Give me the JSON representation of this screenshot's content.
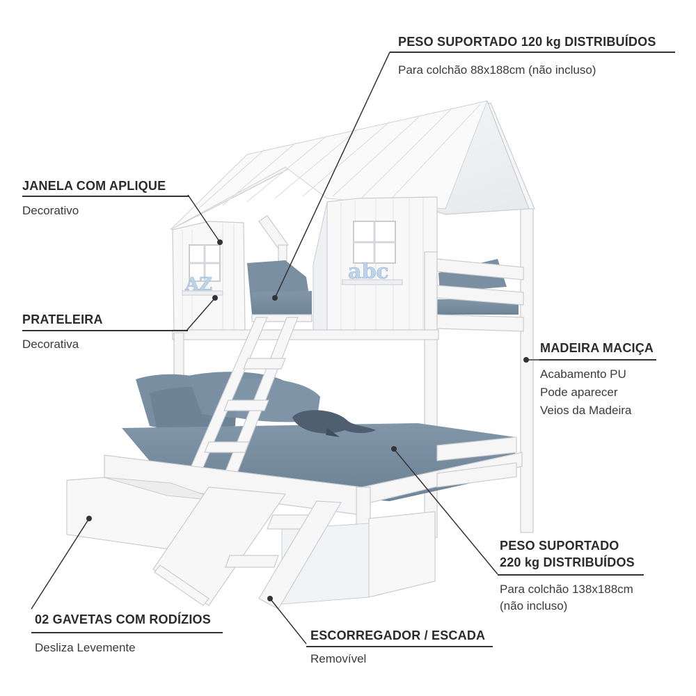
{
  "annotations": {
    "top_bunk": {
      "title": "PESO SUPORTADO 120 kg DISTRIBUÍDOS",
      "lines": [
        "Para colchão 88x188cm (não incluso)"
      ]
    },
    "window": {
      "title": "JANELA COM APLIQUE",
      "lines": [
        "Decorativo"
      ]
    },
    "shelf": {
      "title": "PRATELEIRA",
      "lines": [
        "Decorativa"
      ]
    },
    "wood": {
      "title": "MADEIRA MACIÇA",
      "lines": [
        "Acabamento PU",
        "Pode aparecer",
        "Veios da Madeira"
      ]
    },
    "bottom_bunk": {
      "title_lines": [
        "PESO SUPORTADO",
        "220 kg DISTRIBUÍDOS"
      ],
      "lines": [
        "Para colchão 138x188cm",
        "(não incluso)"
      ]
    },
    "drawers": {
      "title": "02 GAVETAS COM RODÍZIOS",
      "lines": [
        "Desliza Levemente"
      ]
    },
    "slide": {
      "title": "ESCORREGADOR / ESCADA",
      "lines": [
        "Removível"
      ]
    }
  },
  "decor": {
    "shelf_letters_left": "AZ",
    "shelf_letters_right": "abc"
  },
  "colors": {
    "furniture": "#f7f7f7",
    "furniture_edge": "#c9ccd1",
    "mattress": "#7d92a5",
    "mattress_dark": "#6a7e92",
    "pillow": "#7b8fa3",
    "letters": "#bcd3ea",
    "leader": "#333333"
  }
}
